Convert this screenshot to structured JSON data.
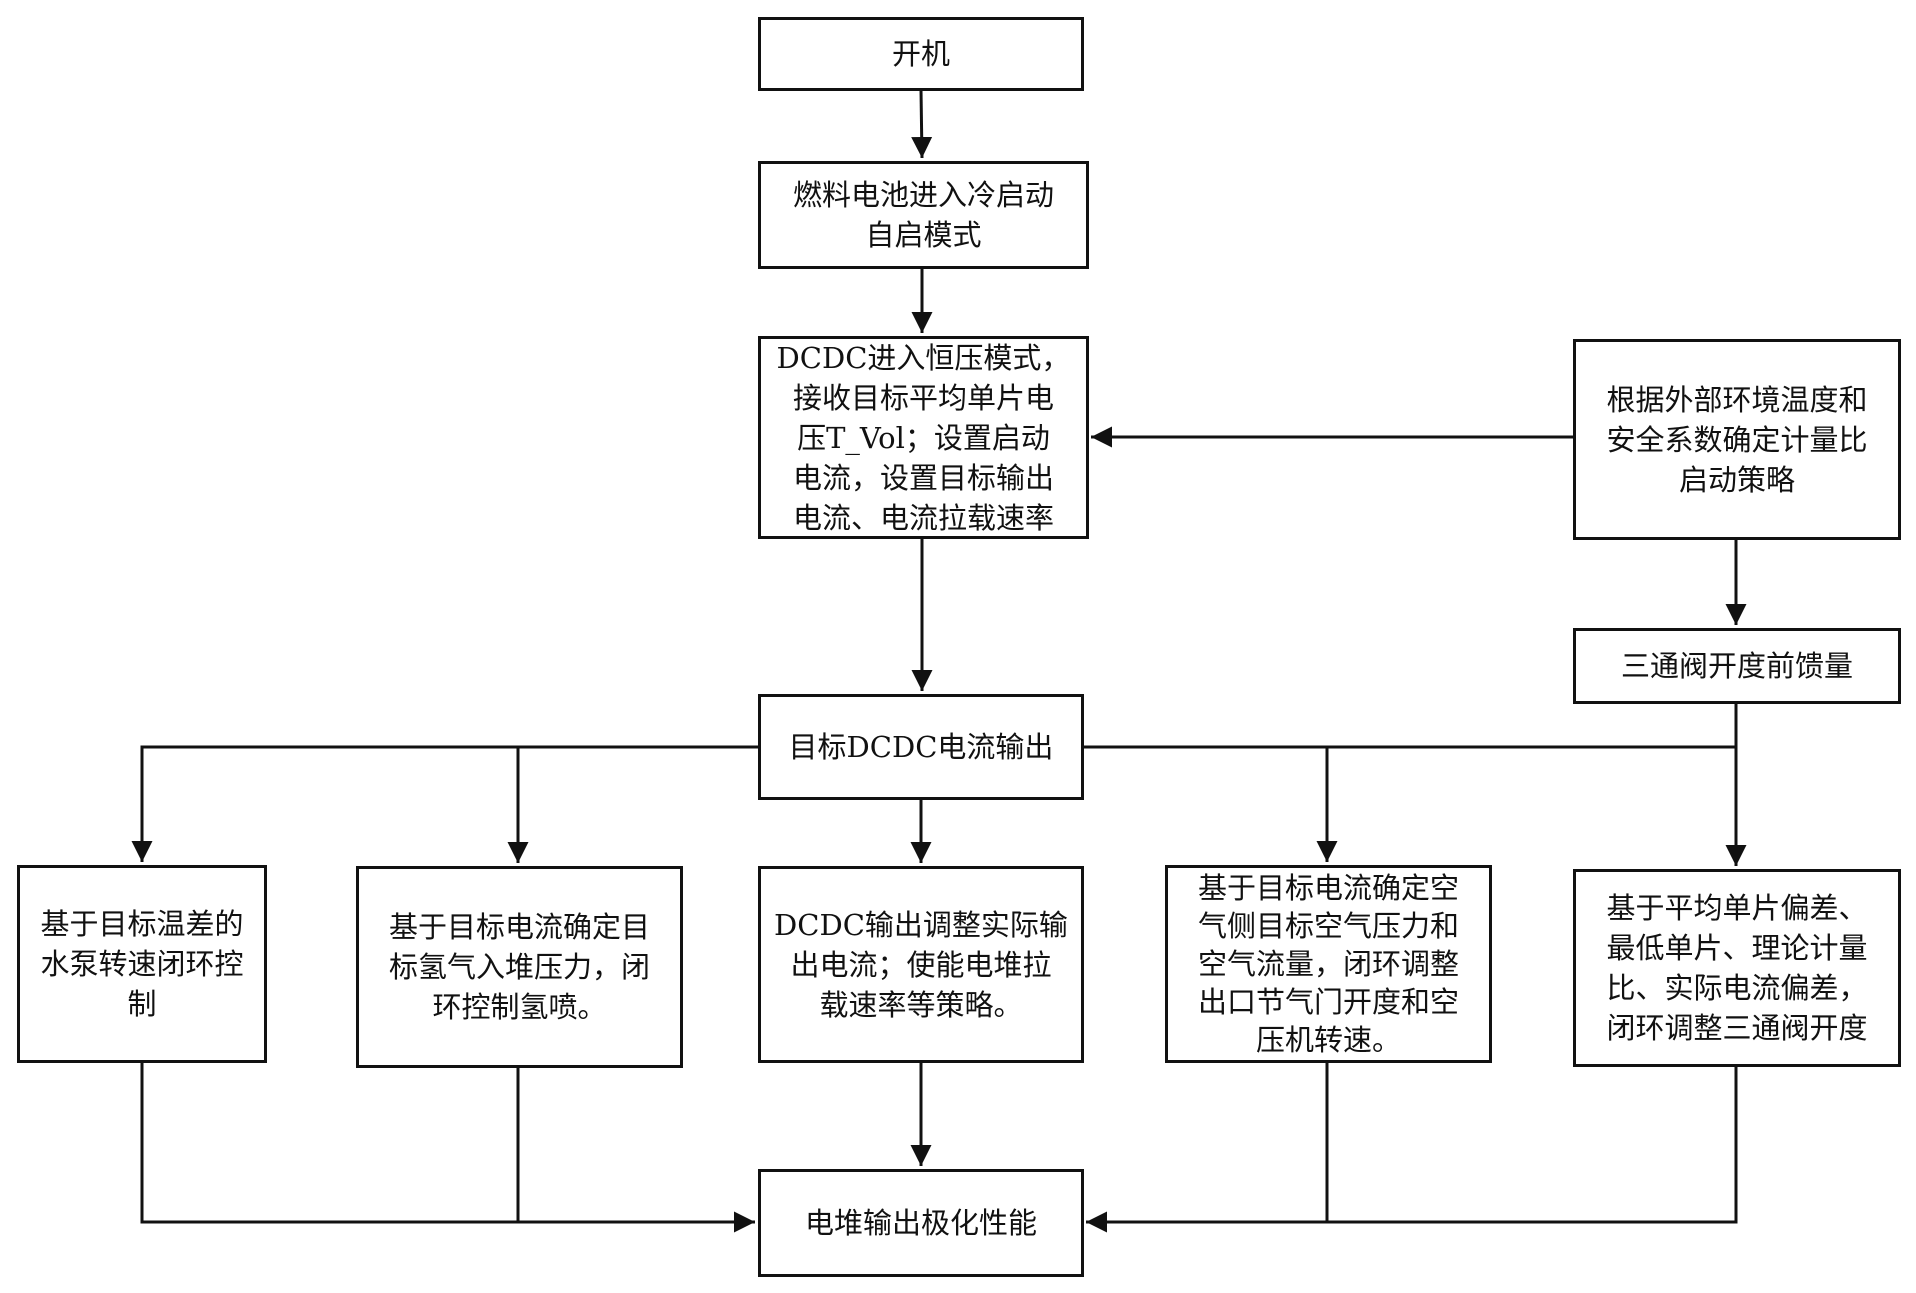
{
  "diagram": {
    "type": "flowchart",
    "nodes": [
      {
        "id": "power_on",
        "label": "开机"
      },
      {
        "id": "cold_start",
        "label": "燃料电池进入冷启动\n自启模式"
      },
      {
        "id": "dcdc_cv",
        "label": "DCDC进入恒压模式，\n接收目标平均单片电\n压T_Vol；设置启动\n电流，设置目标输出\n电流、电流拉载速率"
      },
      {
        "id": "strategy",
        "label": "根据外部环境温度和\n安全系数确定计量比\n启动策略"
      },
      {
        "id": "feedforward",
        "label": "三通阀开度前馈量"
      },
      {
        "id": "dcdc_target",
        "label": "目标DCDC电流输出"
      },
      {
        "id": "pump",
        "label": "基于目标温差的\n水泵转速闭环控\n制"
      },
      {
        "id": "hydrogen",
        "label": "基于目标电流确定目\n标氢气入堆压力，闭\n环控制氢喷。"
      },
      {
        "id": "dcdc_adjust",
        "label": "DCDC输出调整实际输\n出电流；使能电堆拉\n载速率等策略。"
      },
      {
        "id": "air",
        "label": "基于目标电流确定空\n气侧目标空气压力和\n空气流量，闭环调整\n出口节气门开度和空\n压机转速。"
      },
      {
        "id": "valve",
        "label": "基于平均单片偏差、\n最低单片、理论计量\n比、实际电流偏差，\n闭环调整三通阀开度"
      },
      {
        "id": "output",
        "label": "电堆输出极化性能"
      }
    ],
    "edges": [
      {
        "from": "power_on",
        "to": "cold_start"
      },
      {
        "from": "cold_start",
        "to": "dcdc_cv"
      },
      {
        "from": "strategy",
        "to": "dcdc_cv"
      },
      {
        "from": "strategy",
        "to": "feedforward"
      },
      {
        "from": "dcdc_cv",
        "to": "dcdc_target"
      },
      {
        "from": "dcdc_target",
        "to": "pump"
      },
      {
        "from": "dcdc_target",
        "to": "hydrogen"
      },
      {
        "from": "dcdc_target",
        "to": "dcdc_adjust"
      },
      {
        "from": "dcdc_target",
        "to": "air"
      },
      {
        "from": "feedforward",
        "to": "valve"
      },
      {
        "from": "pump",
        "to": "output"
      },
      {
        "from": "hydrogen",
        "to": "output"
      },
      {
        "from": "dcdc_adjust",
        "to": "output"
      },
      {
        "from": "air",
        "to": "output"
      },
      {
        "from": "valve",
        "to": "output"
      }
    ]
  }
}
